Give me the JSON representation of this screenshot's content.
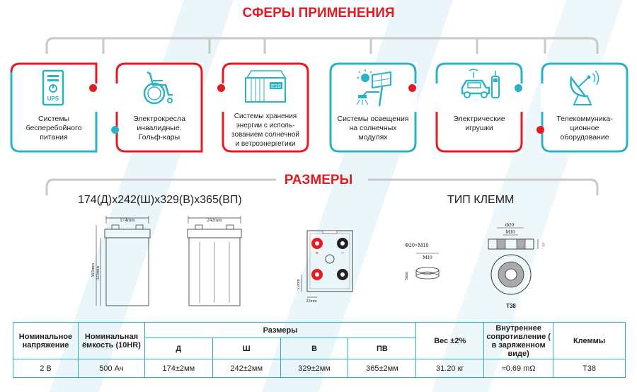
{
  "applications": {
    "title": "СФЕРЫ ПРИМЕНЕНИЯ",
    "items": [
      {
        "label": "Системы\nбесперебойного\nпитания",
        "icon": "ups-icon",
        "badge": "UPS",
        "accent": "#e31b23"
      },
      {
        "label": "Электрокресла\nинвалидные.\nГольф-кары",
        "icon": "wheelchair-icon",
        "accent": "#2ab3c6"
      },
      {
        "label": "Системы хранения\nэнергии с исполь-\nзованием солнечной\nи ветроэнергетики",
        "icon": "ess-container-icon",
        "badge": "ESS",
        "accent": "#e31b23"
      },
      {
        "label": "Системы освещения\nна солнечных\nмодулях",
        "icon": "solar-light-icon",
        "accent": "#2ab3c6"
      },
      {
        "label": "Электрические\nигрушки",
        "icon": "toy-car-icon",
        "accent": "#e31b23"
      },
      {
        "label": "Телекоммуника-\nционное\nоборудование",
        "icon": "satellite-dish-icon",
        "accent": "#2ab3c6"
      }
    ]
  },
  "dimensions": {
    "title": "РАЗМЕРЫ",
    "size_text": "174(Д)x242(Ш)x329(В)x365(ВП)",
    "terminal_title": "ТИП КЛЕММ",
    "drawing_labels": {
      "front_width": "174mm",
      "side_width": "242mm",
      "height_total": "365mm",
      "height_body": "329mm",
      "top_55": "55mm",
      "top_22": "22mm",
      "bolt_spec": "Φ20×M10",
      "bolt_m10": "M10",
      "bolt_5": "5mm",
      "term_d20": "Φ20",
      "term_m10": "M10",
      "term_5": "5",
      "term_name": "T38"
    }
  },
  "table": {
    "headers": {
      "voltage": "Номинальное напряжение",
      "capacity": "Номинальная ёмкость (10HR)",
      "dimensions": "Размеры",
      "d": "Д",
      "w": "Ш",
      "h": "В",
      "th": "ПВ",
      "weight": "Вес ±2%",
      "resistance": "Внутреннее сопротивление ( в заряженном виде)",
      "terminals": "Клеммы"
    },
    "row": {
      "voltage": "2 В",
      "capacity": "500 Ач",
      "d": "174±2мм",
      "w": "242±2мм",
      "h": "329±2мм",
      "th": "365±2мм",
      "weight": "31.20  кг",
      "resistance": "≈0.69 mΩ",
      "terminals": "T38"
    }
  },
  "colors": {
    "red": "#e31b23",
    "teal": "#2ab3c6",
    "grey": "#c8c8c8"
  }
}
